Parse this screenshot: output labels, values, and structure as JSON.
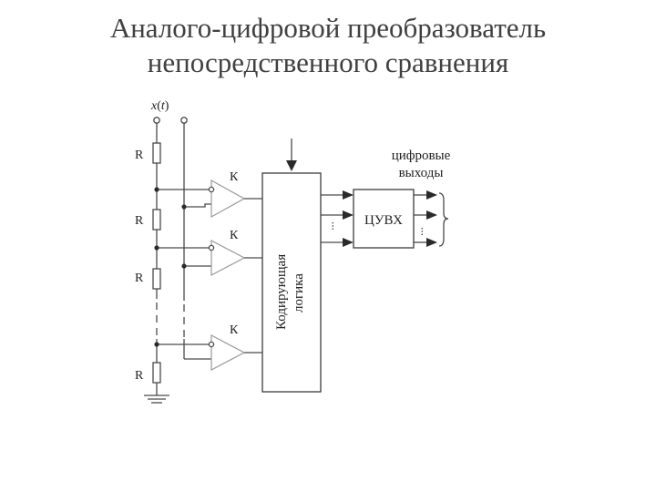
{
  "title": {
    "line1": "Аналого-цифровой преобразователь",
    "line2": "непосредственного сравнения"
  },
  "diagram": {
    "input_label": "x(t)",
    "resistor_label": "R",
    "comparator_label": "К",
    "encoder_label_line1": "Кодирующая",
    "encoder_label_line2": "логика",
    "register_label": "ЦУВХ",
    "outputs_label_line1": "цифровые",
    "outputs_label_line2": "выходы",
    "ellipsis": "..."
  }
}
